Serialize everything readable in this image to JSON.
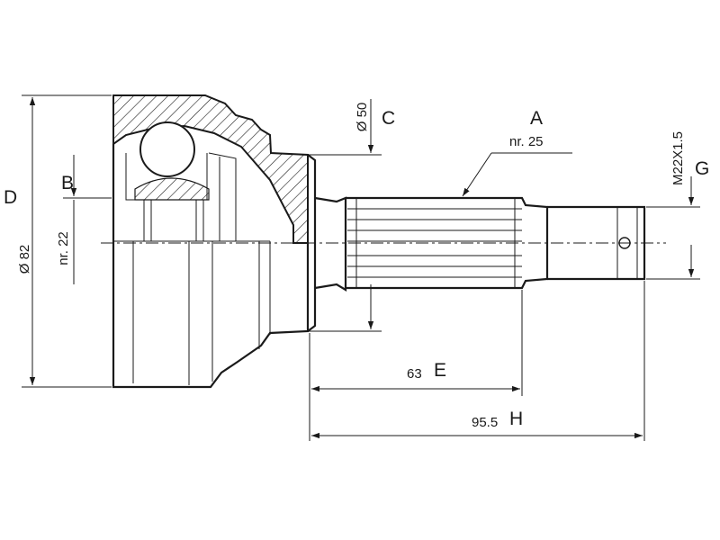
{
  "labels": {
    "a": "A",
    "b": "B",
    "c": "C",
    "d": "D",
    "e": "E",
    "g": "G",
    "h": "H"
  },
  "dimensions": {
    "spline_count": "nr. 25",
    "abs_ring": "nr. 22",
    "outer_diameter": "Ø 82",
    "seal_diameter": "Ø 50",
    "thread": "M22X1.5",
    "length_e": "63",
    "length_h": "95.5"
  },
  "colors": {
    "line": "#1a1a1a",
    "background": "#ffffff"
  }
}
